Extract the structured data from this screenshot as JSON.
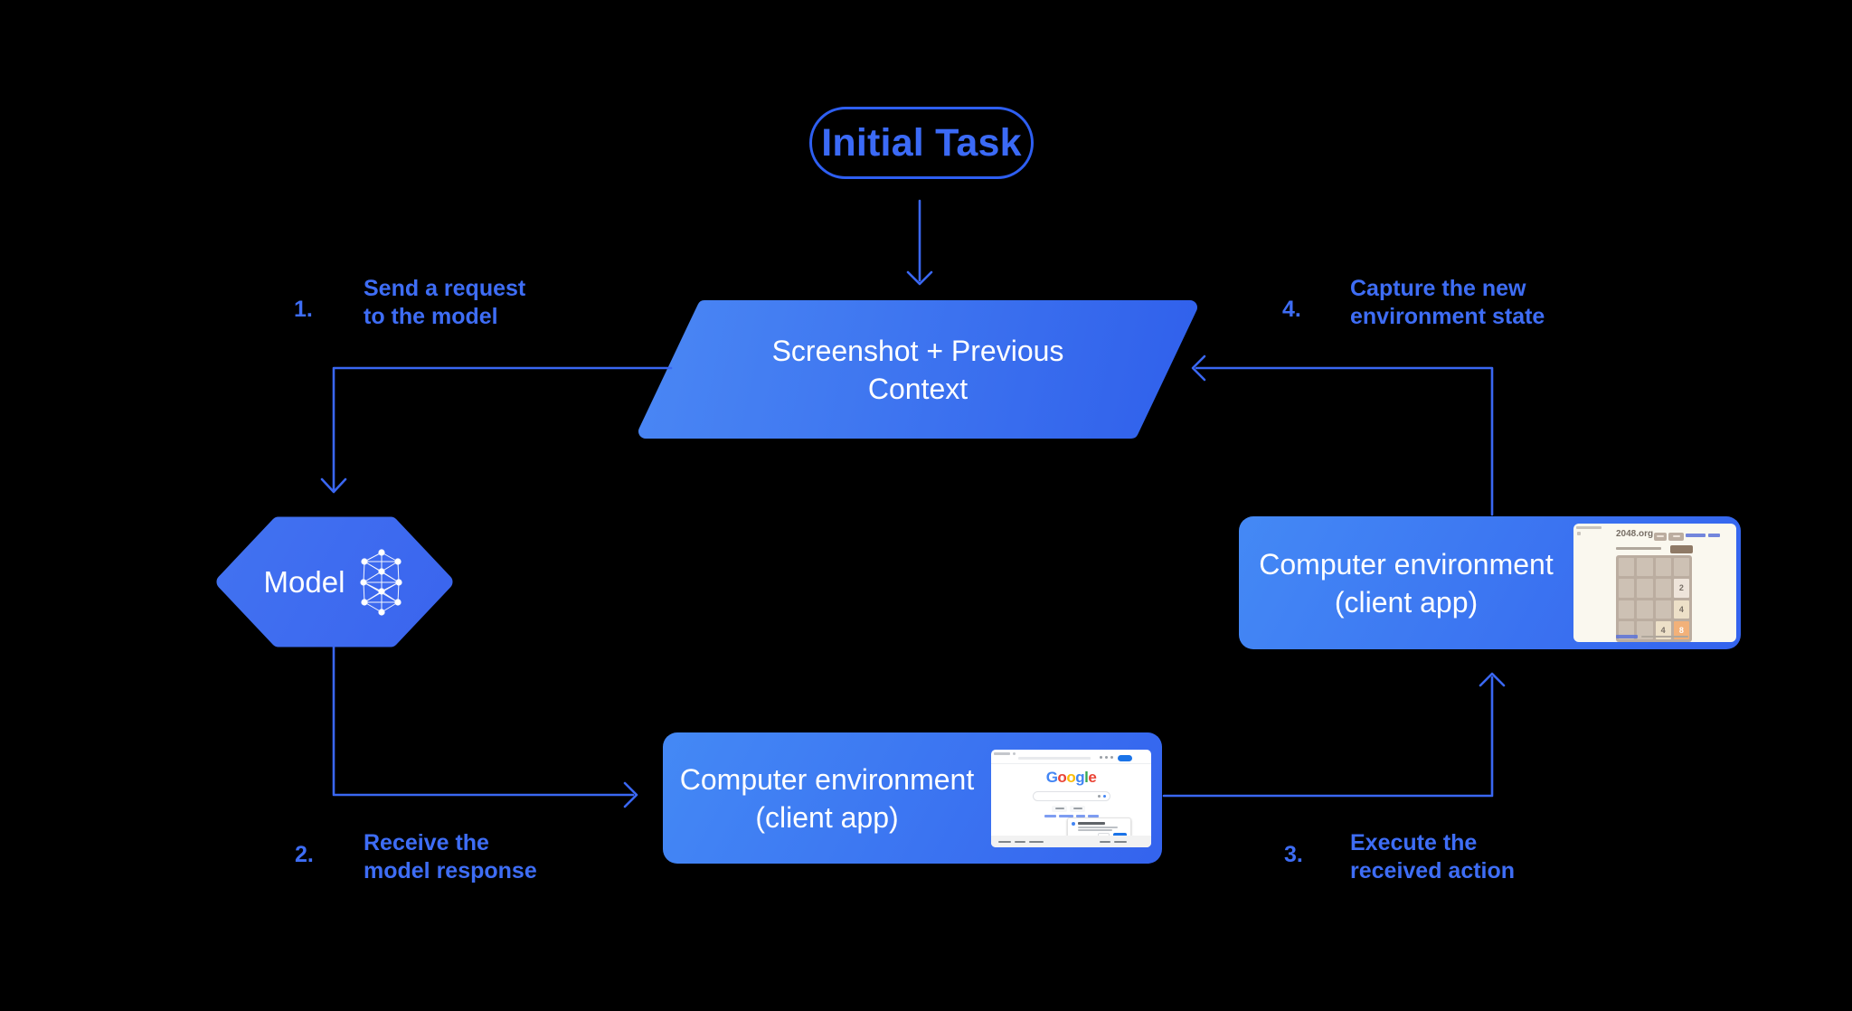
{
  "nodes": {
    "initial_task": "Initial Task",
    "screenshot_context": {
      "line1": "Screenshot + Previous",
      "line2": "Context"
    },
    "model": "Model",
    "env_client_top": {
      "line1": "Computer environment",
      "line2": "(client app)"
    },
    "env_client_bottom": {
      "line1": "Computer environment",
      "line2": "(client app)"
    }
  },
  "steps": [
    {
      "num": "1.",
      "line1": "Send a request",
      "line2": "to the model"
    },
    {
      "num": "2.",
      "line1": "Receive the",
      "line2": "model response"
    },
    {
      "num": "3.",
      "line1": "Execute the",
      "line2": "received action"
    },
    {
      "num": "4.",
      "line1": "Capture the new",
      "line2": "environment state"
    }
  ],
  "mini_2048": {
    "site_title": "2048.org",
    "tiles": {
      "r2c4": "2",
      "r3c4": "4",
      "r4c3": "4",
      "r4c4": "8"
    }
  },
  "mini_google": {
    "letters": [
      "G",
      "o",
      "o",
      "g",
      "l",
      "e"
    ]
  },
  "colors": {
    "background": "#000000",
    "connector_blue": "#3A67F2",
    "label_blue": "#3E6DF5",
    "pill_blue": "#3B6AF6",
    "shape_gradient_start": "#4489F5",
    "shape_gradient_end": "#3463EE",
    "tile_orange": "#f2b179",
    "google_blue": "#4285F4"
  }
}
